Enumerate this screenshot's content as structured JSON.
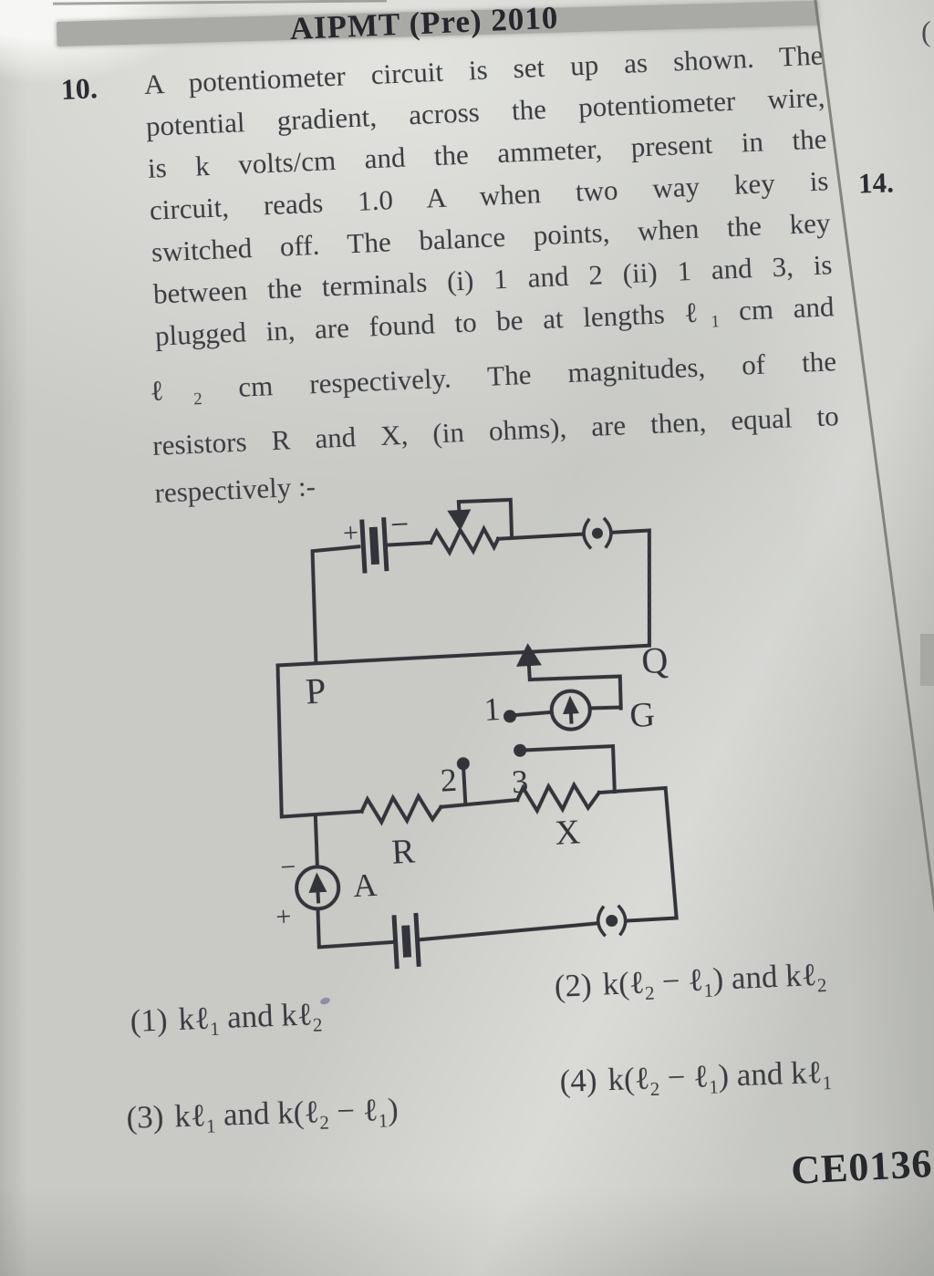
{
  "header": {
    "title": "AIPMT (Pre) 2010"
  },
  "question": {
    "number": "10.",
    "lines": [
      "A potentiometer circuit is set up as shown. The",
      "potential gradient, across the potentiometer wire,",
      "is k volts/cm and the ammeter, present in the",
      "circuit, reads 1.0 A when two way key is",
      "switched off. The balance points, when the key",
      "between the terminals (i) 1 and 2 (ii) 1 and 3, is",
      "plugged in, are found to be at lengths ℓ₁ cm and",
      "ℓ₂ cm respectively. The magnitudes, of the",
      "resistors R and X, (in ohms), are then, equal to",
      "respectively :-"
    ]
  },
  "options": [
    {
      "num": "(1)",
      "formula": "kℓ₁ and kℓ₂"
    },
    {
      "num": "(2)",
      "formula": "k(ℓ₂ − ℓ₁) and kℓ₂"
    },
    {
      "num": "(3)",
      "formula": "kℓ₁ and k(ℓ₂ − ℓ₁)"
    },
    {
      "num": "(4)",
      "formula": "k(ℓ₂ − ℓ₁) and kℓ₁"
    }
  ],
  "margin": {
    "next_question_number": "14.",
    "corner_mark": "("
  },
  "footer": {
    "code": "CE0136"
  },
  "circuit": {
    "labels": {
      "p": "P",
      "q": "Q",
      "g": "G",
      "a": "A",
      "r": "R",
      "x": "X",
      "terminal_1": "1",
      "terminal_2": "2",
      "terminal_3": "3",
      "battery_plus": "+",
      "battery_minus": "−",
      "ammeter_minus": "−",
      "ammeter_plus": "+"
    }
  },
  "colors": {
    "ink": "#33343a",
    "paper": "#c9cac6",
    "highlight_bar": "#a9aaa6"
  }
}
